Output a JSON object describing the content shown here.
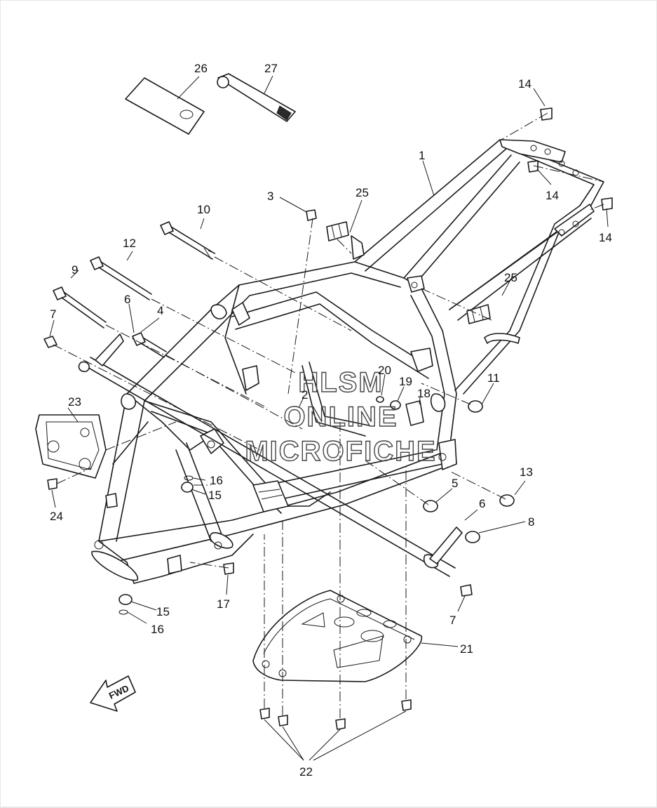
{
  "watermark": {
    "line1": "HLSM",
    "line2": "ONLINE",
    "line3": "MICROFICHE"
  },
  "fwd_label": "FWD",
  "callouts": [
    {
      "id": "c1",
      "text": "1"
    },
    {
      "id": "c2",
      "text": "2"
    },
    {
      "id": "c3",
      "text": "3"
    },
    {
      "id": "c4",
      "text": "4"
    },
    {
      "id": "c5",
      "text": "5"
    },
    {
      "id": "c6a",
      "text": "6"
    },
    {
      "id": "c6b",
      "text": "6"
    },
    {
      "id": "c7a",
      "text": "7"
    },
    {
      "id": "c7b",
      "text": "7"
    },
    {
      "id": "c8",
      "text": "8"
    },
    {
      "id": "c9",
      "text": "9"
    },
    {
      "id": "c10",
      "text": "10"
    },
    {
      "id": "c11",
      "text": "11"
    },
    {
      "id": "c12",
      "text": "12"
    },
    {
      "id": "c13",
      "text": "13"
    },
    {
      "id": "c14a",
      "text": "14"
    },
    {
      "id": "c14b",
      "text": "14"
    },
    {
      "id": "c14c",
      "text": "14"
    },
    {
      "id": "c15a",
      "text": "15"
    },
    {
      "id": "c15b",
      "text": "15"
    },
    {
      "id": "c16a",
      "text": "16"
    },
    {
      "id": "c16b",
      "text": "16"
    },
    {
      "id": "c17",
      "text": "17"
    },
    {
      "id": "c18",
      "text": "18"
    },
    {
      "id": "c19",
      "text": "19"
    },
    {
      "id": "c20",
      "text": "20"
    },
    {
      "id": "c21",
      "text": "21"
    },
    {
      "id": "c22",
      "text": "22"
    },
    {
      "id": "c23",
      "text": "23"
    },
    {
      "id": "c24",
      "text": "24"
    },
    {
      "id": "c25a",
      "text": "25"
    },
    {
      "id": "c25b",
      "text": "25"
    },
    {
      "id": "c26",
      "text": "26"
    },
    {
      "id": "c27",
      "text": "27"
    }
  ]
}
